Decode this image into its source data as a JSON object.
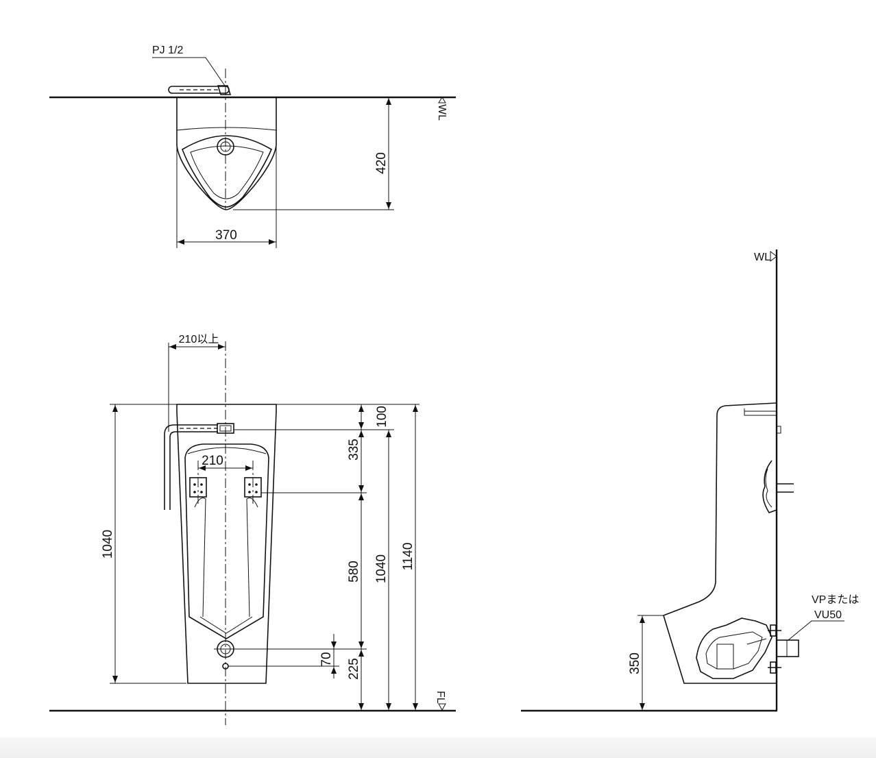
{
  "top_view": {
    "pipe_label": "PJ 1/2",
    "wall_marker": "WL",
    "depth": "420",
    "width": "370"
  },
  "front_view": {
    "pipe_offset": "210以上",
    "mount_spacing": "210",
    "height_left": "1040",
    "dim_top": "100",
    "dim_upper": "335",
    "dim_mid": "580",
    "dim_drain_gap": "70",
    "dim_drain": "225",
    "height_mid": "1040",
    "height_total": "1140",
    "floor_marker": "FL"
  },
  "side_view": {
    "wall_marker": "WL",
    "drain_label_line1": "VPまたは",
    "drain_label_line2": "VU50",
    "floor_height": "350"
  }
}
